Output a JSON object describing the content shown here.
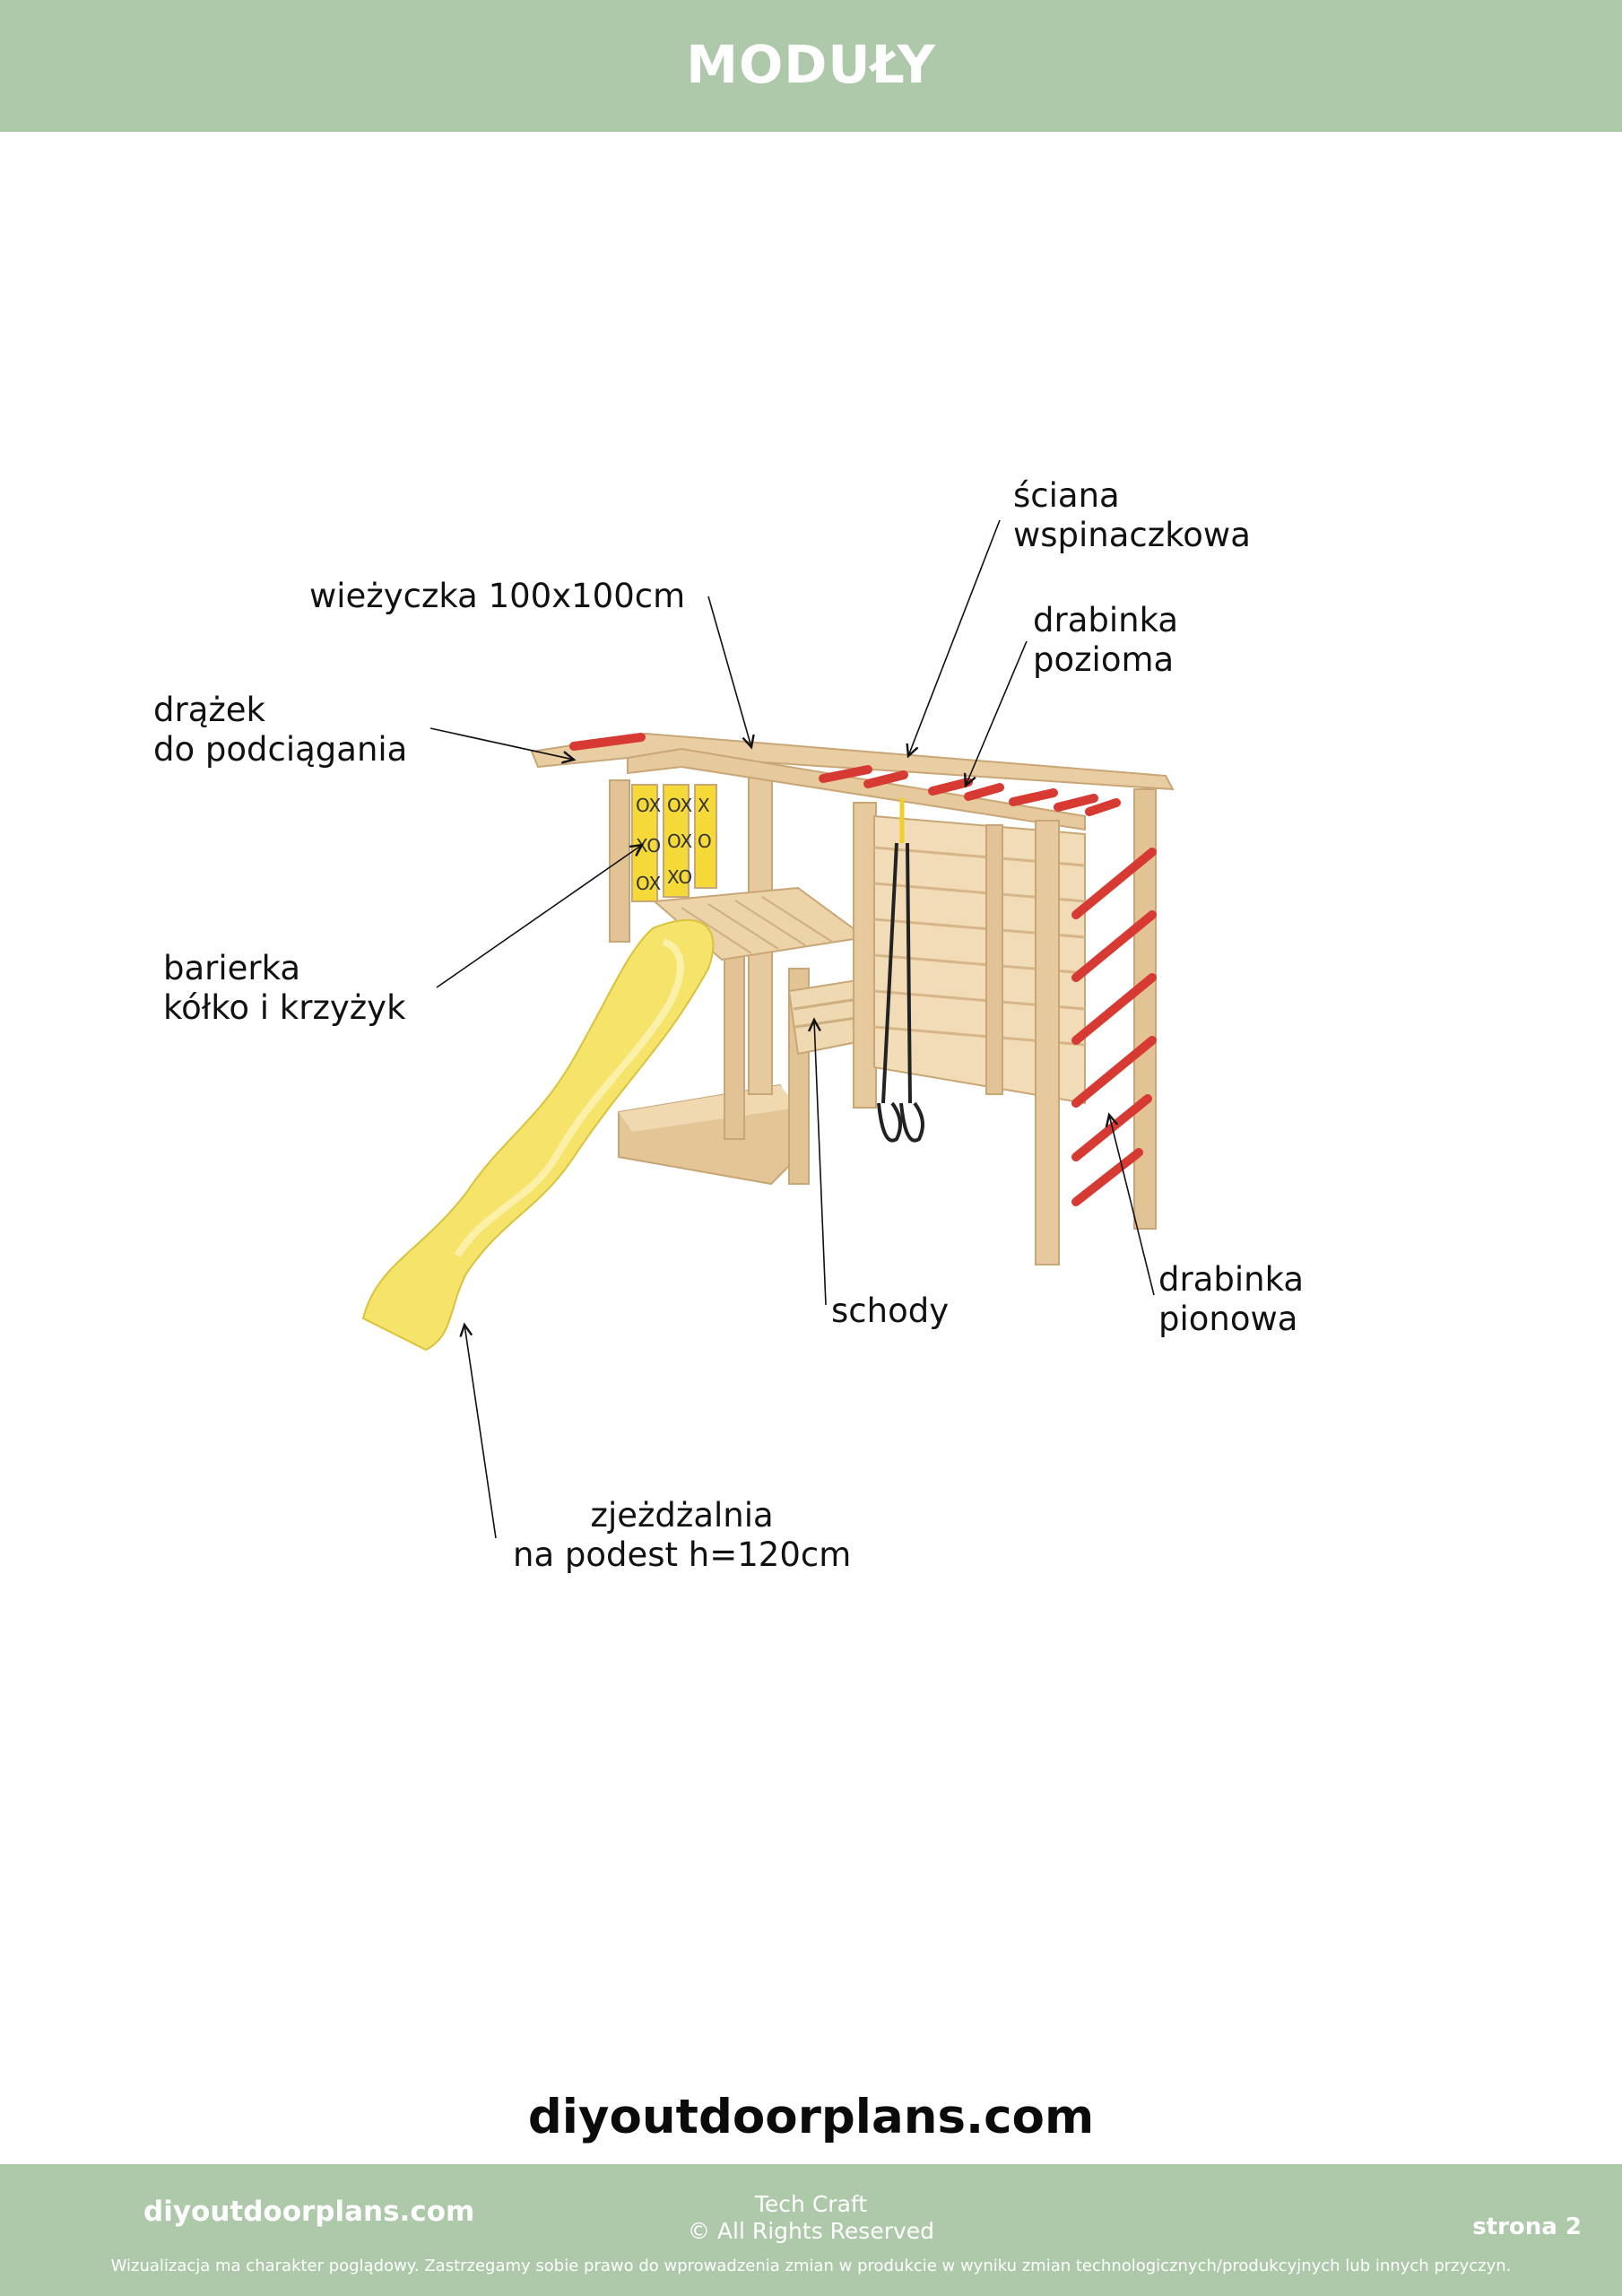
{
  "header": {
    "title": "MODUŁY"
  },
  "labels": {
    "sciana": [
      "ściana",
      "wspinaczkowa"
    ],
    "wiezyczka": [
      "wieżyczka 100x100cm"
    ],
    "drabinka_pozioma": [
      "drabinka",
      "pozioma"
    ],
    "drazek": [
      "drążek",
      "do podciągania"
    ],
    "barierka": [
      "barierka",
      "kółko i krzyżyk"
    ],
    "schody": [
      "schody"
    ],
    "drabinka_pionowa": [
      "drabinka",
      "pionowa"
    ],
    "zjezdzalnia": [
      "zjeżdżalnia",
      "na podest h=120cm"
    ]
  },
  "site_title": "diyoutdoorplans.com",
  "footer": {
    "site": "diyoutdoorplans.com",
    "company": "Tech Craft",
    "rights": "© All Rights Reserved",
    "page": "strona 2",
    "note": "Wizualizacja ma charakter poglądowy. Zastrzegamy sobie prawo do wprowadzenia zmian w produkcie w wyniku zmian technologicznych/produkcyjnych lub innych przyczyn."
  },
  "colors": {
    "banner": "#adc9aa",
    "wood": "#e9cfa4",
    "bars": "#d63a32",
    "slide": "#f6e36a"
  }
}
